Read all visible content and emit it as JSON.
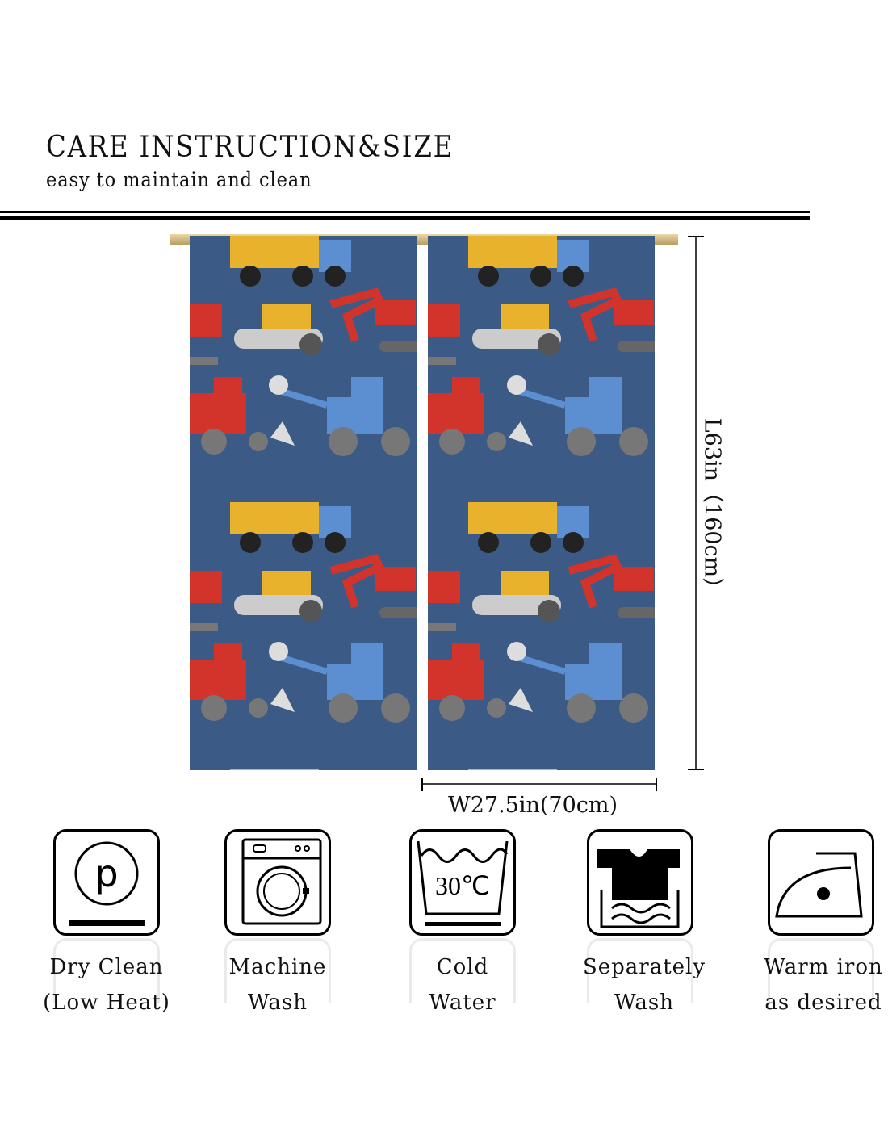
{
  "header": {
    "title": "CARE INSTRUCTION&SIZE",
    "subtitle": "easy to maintain and clean"
  },
  "dimensions": {
    "length": "L63in（160cm）",
    "width": "W27.5in(70cm)"
  },
  "colors": {
    "curtain_bg": "#3b5a86",
    "yellow": "#e8b22c",
    "red": "#d2332b",
    "blue": "#5b8fd1"
  },
  "care": [
    {
      "icon": "dry-clean-p-icon",
      "line1": "Dry Clean",
      "line2": "(Low Heat)"
    },
    {
      "icon": "washing-machine-icon",
      "line1": "Machine",
      "line2": "Wash"
    },
    {
      "icon": "wash-tub-30c-icon",
      "line1": "Cold",
      "line2": "Water",
      "temp": "30℃"
    },
    {
      "icon": "separate-wash-shirt-icon",
      "line1": "Separately",
      "line2": "Wash"
    },
    {
      "icon": "iron-icon",
      "line1": "Warm iron",
      "line2": "as desired"
    }
  ]
}
